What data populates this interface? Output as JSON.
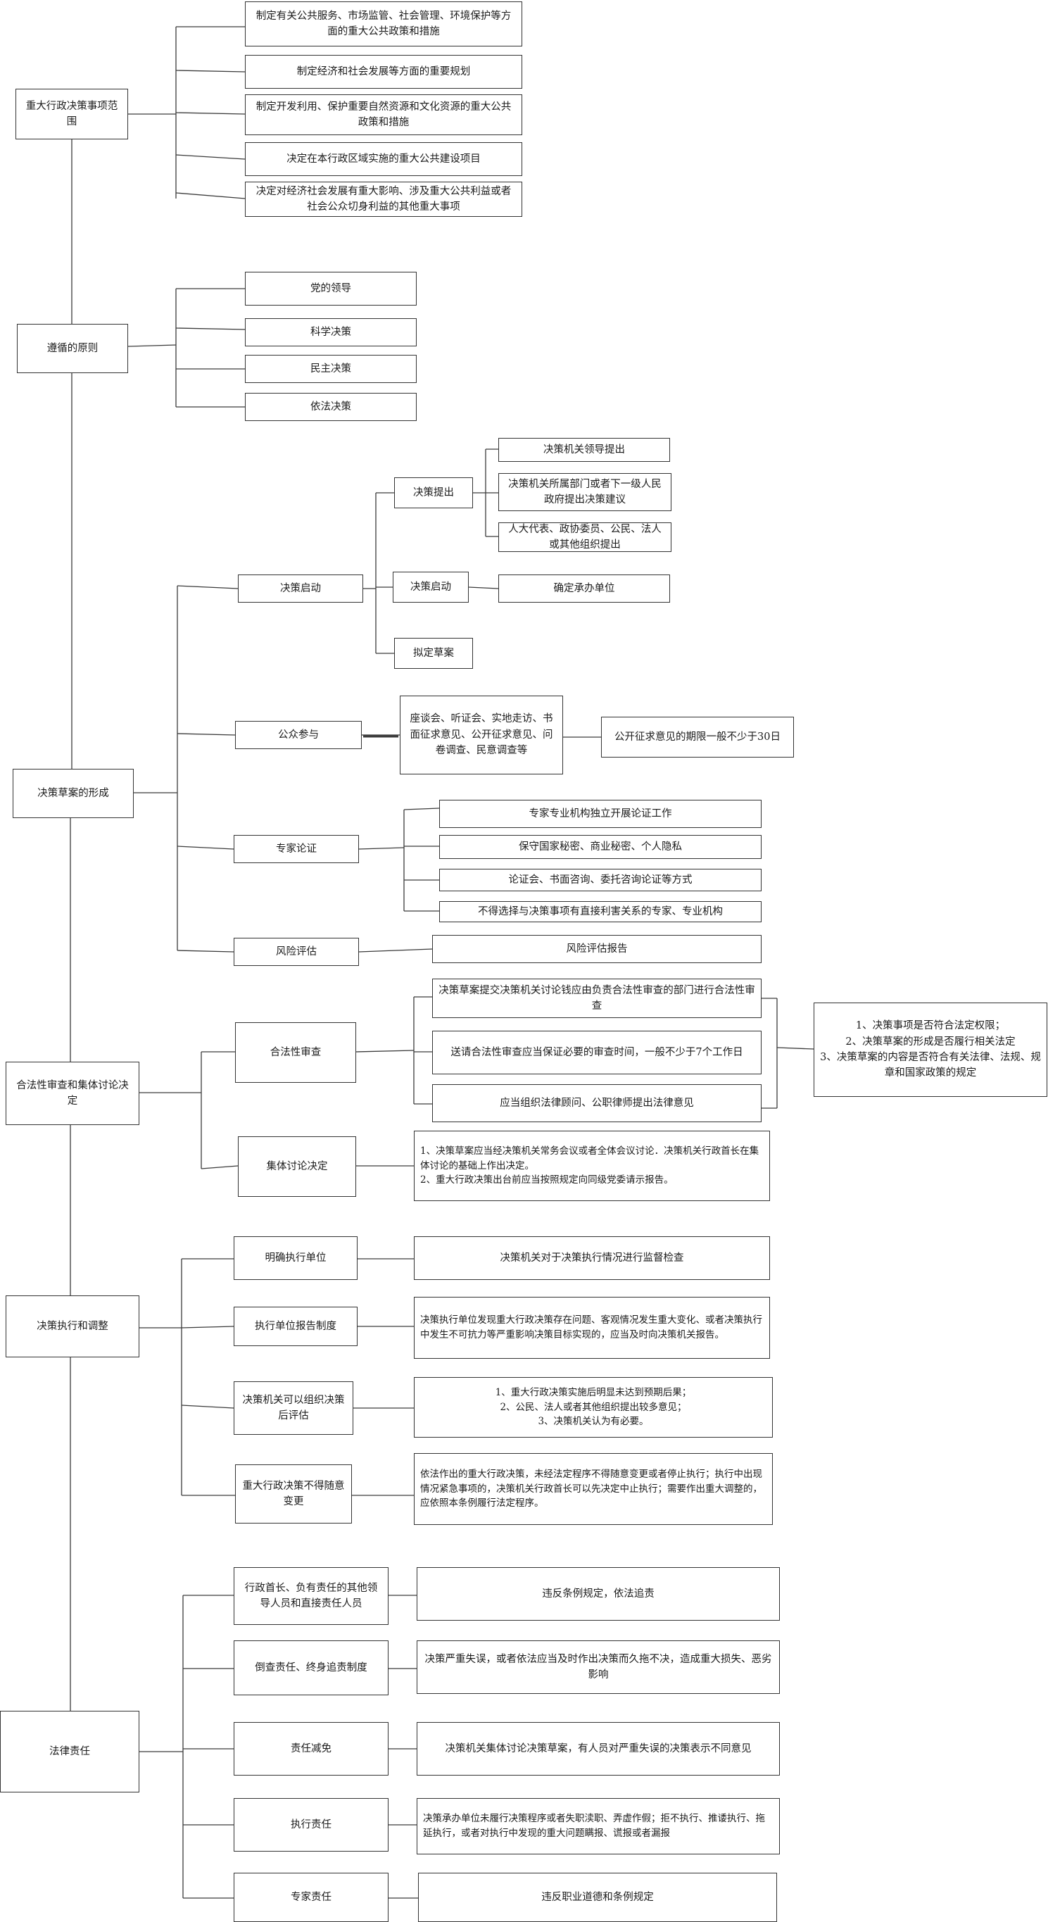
{
  "colors": {
    "line": "#3a3a3a",
    "box_border": "#333333",
    "text": "#1a1a1a",
    "background": "#ffffff"
  },
  "sections": {
    "scope": {
      "title": "重大行政决策事项范围",
      "items": [
        "制定有关公共服务、市场监管、社会管理、环境保护等方面的重大公共政策和措施",
        "制定经济和社会发展等方面的重要规划",
        "制定开发利用、保护重要自然资源和文化资源的重大公共政策和措施",
        "决定在本行政区域实施的重大公共建设项目",
        "决定对经济社会发展有重大影响、涉及重大公共利益或者社会公众切身利益的其他重大事项"
      ]
    },
    "principles": {
      "title": "遵循的原则",
      "items": [
        "党的领导",
        "科学决策",
        "民主决策",
        "依法决策"
      ]
    },
    "formation": {
      "title": "决策草案的形成",
      "launch": {
        "title": "决策启动",
        "propose": {
          "title": "决策提出",
          "items": [
            "决策机关领导提出",
            "决策机关所属部门或者下一级人民政府提出决策建议",
            "人大代表、政协委员、公民、法人或其他组织提出"
          ]
        },
        "start": {
          "title": "决策启动",
          "item": "确定承办单位"
        },
        "draft": {
          "title": "拟定草案"
        }
      },
      "participation": {
        "title": "公众参与",
        "methods": "座谈会、听证会、实地走访、书面征求意见、公开征求意见、问卷调查、民意调查等",
        "period": "公开征求意见的期限一般不少于30日"
      },
      "expert": {
        "title": "专家论证",
        "items": [
          "专家专业机构独立开展论证工作",
          "保守国家秘密、商业秘密、个人隐私",
          "论证会、书面咨询、委托咨询论证等方式",
          "不得选择与决策事项有直接利害关系的专家、专业机构"
        ]
      },
      "risk": {
        "title": "风险评估",
        "item": "风险评估报告"
      }
    },
    "review": {
      "title": "合法性审查和集体讨论决定",
      "legality": {
        "title": "合法性审查",
        "items": [
          "决策草案提交决策机关讨论钱应由负责合法性审查的部门进行合法性审查",
          "送请合法性审查应当保证必要的审查时间，一般不少于7个工作日",
          "应当组织法律顾问、公职律师提出法律意见"
        ],
        "contents": "1、决策事项是否符合法定权限；\n2、决策草案的形成是否履行相关法定\n3、决策草案的内容是否符合有关法律、法规、规章和国家政策的规定"
      },
      "collective": {
        "title": "集体讨论决定",
        "text": "1、决策草案应当经决策机关常务会议或者全体会议讨论．决策机关行政首长在集体讨论的基础上作出决定。\n2、重大行政决策出台前应当按照规定向同级党委请示报告。"
      }
    },
    "execution": {
      "title": "决策执行和调整",
      "rows": [
        {
          "label": "明确执行单位",
          "text": "决策机关对于决策执行情况进行监督检查"
        },
        {
          "label": "执行单位报告制度",
          "text": "决策执行单位发现重大行政决策存在问题、客观情况发生重大变化、或者决策执行中发生不可抗力等严重影响决策目标实现的，应当及时向决策机关报告。"
        },
        {
          "label": "决策机关可以组织决策后评估",
          "text": "1、重大行政决策实施后明显未达到预期后果；\n2、公民、法人或者其他组织提出较多意见；\n3、决策机关认为有必要。"
        },
        {
          "label": "重大行政决策不得随意变更",
          "text": "依法作出的重大行政决策，未经法定程序不得随意变更或者停止执行；执行中出现情况紧急事项的，决策机关行政首长可以先决定中止执行；需要作出重大调整的，应依照本条例履行法定程序。"
        }
      ]
    },
    "liability": {
      "title": "法律责任",
      "rows": [
        {
          "label": "行政首长、负有责任的其他领导人员和直接责任人员",
          "text": "违反条例规定，依法追责"
        },
        {
          "label": "倒查责任、终身追责制度",
          "text": "决策严重失误，或者依法应当及时作出决策而久拖不决，造成重大损失、恶劣影响"
        },
        {
          "label": "责任减免",
          "text": "决策机关集体讨论决策草案，有人员对严重失误的决策表示不同意见"
        },
        {
          "label": "执行责任",
          "text": "决策承办单位未履行决策程序或者失职渎职、弄虚作假；拒不执行、推诿执行、拖延执行，或者对执行中发现的重大问题瞒报、谎报或者漏报"
        },
        {
          "label": "专家责任",
          "text": "违反职业道德和条例规定"
        }
      ]
    }
  }
}
